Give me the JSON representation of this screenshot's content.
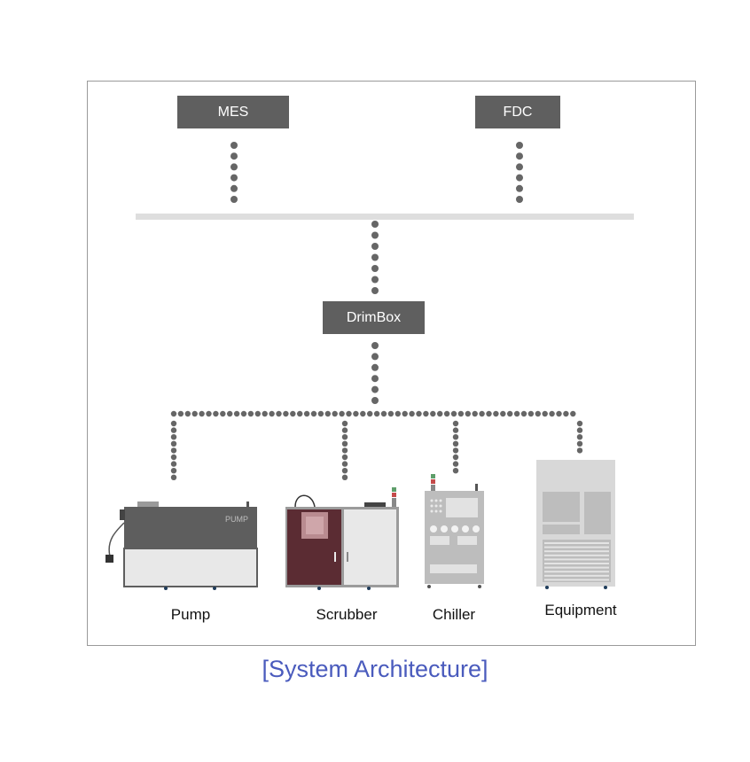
{
  "nodes": {
    "mes": "MES",
    "fdc": "FDC",
    "drimbox": "DrimBox"
  },
  "equipment": {
    "pump": {
      "label": "Pump",
      "brand_text": "PUMP"
    },
    "scrubber": {
      "label": "Scrubber"
    },
    "chiller": {
      "label": "Chiller"
    },
    "equipment": {
      "label": "Equipment"
    }
  },
  "caption": "[System Architecture]",
  "colors": {
    "node": "#5f5f5f",
    "dots": "#666666",
    "bus": "#dedede",
    "caption": "#4a5bbd"
  }
}
